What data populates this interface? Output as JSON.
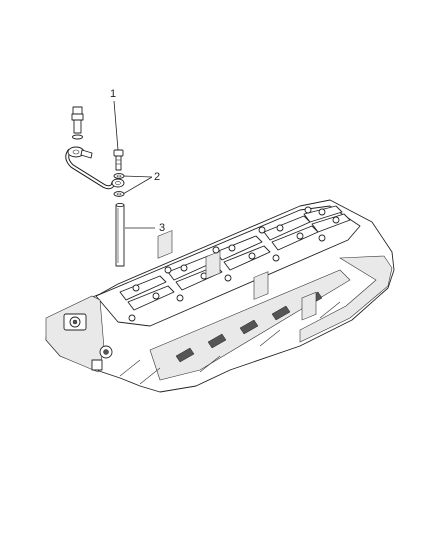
{
  "callouts": [
    {
      "id": "1",
      "label": "1"
    },
    {
      "id": "2",
      "label": "2"
    },
    {
      "id": "3",
      "label": "3"
    }
  ],
  "colors": {
    "line": "#222222",
    "background": "#ffffff",
    "shade": "#e9e9e9"
  },
  "parts": [
    "oil-supply-tube",
    "banjo-bolt",
    "sealing-washers",
    "push-rod",
    "cylinder-head-assembly"
  ]
}
